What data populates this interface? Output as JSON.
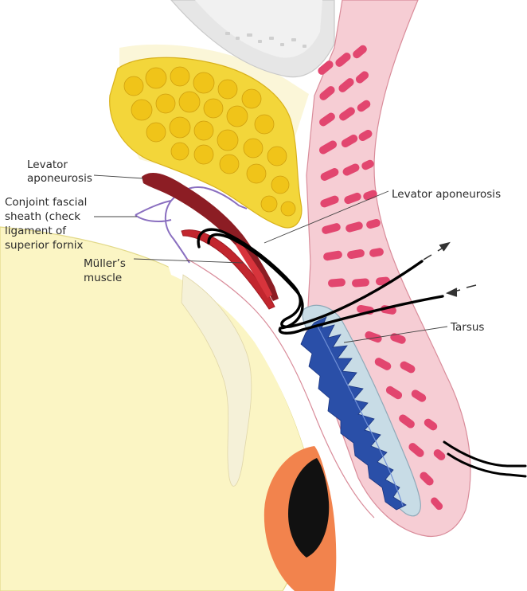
{
  "labels": {
    "levator_left_1": "Levator",
    "levator_left_2": "aponeurosis",
    "conjoint_1": "Conjoint fascial",
    "conjoint_2": "sheath (check",
    "conjoint_3": "ligament of",
    "conjoint_4": "superior fornix",
    "muller_1": "Müller’s",
    "muller_2": "muscle",
    "levator_right": "Levator aponeurosis",
    "tarsus": "Tarsus"
  },
  "colors": {
    "orbital_bone": "#e6e6e6",
    "orbital_fat": "#f3d63a",
    "fat_lobule": "#f0c419",
    "eyelid_skin": "#f6cdd4",
    "orbicularis": "#e2466f",
    "tarsus_plate": "#c8dce6",
    "tarsal_gland": "#2a4fa8",
    "levator": "#8c1d24",
    "muller": "#c2262e",
    "globe": "#fbf5c4",
    "iris": "#f2834d",
    "pupil": "#111111",
    "suture": "#000000"
  }
}
